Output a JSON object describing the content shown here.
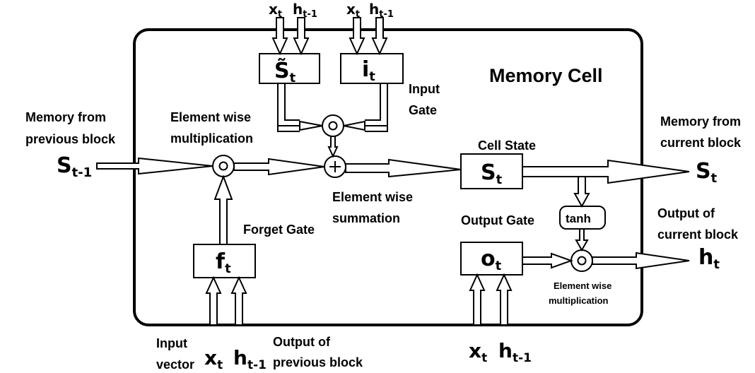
{
  "title": "Memory Cell",
  "labels": {
    "memory_from_prev_1": "Memory from",
    "memory_from_prev_2": "previous block",
    "memory_from_curr_1": "Memory from",
    "memory_from_curr_2": "current block",
    "ew_mult_top_1": "Element wise",
    "ew_mult_top_2": "multiplication",
    "ew_sum_1": "Element wise",
    "ew_sum_2": "summation",
    "input_gate_1": "Input",
    "input_gate_2": "Gate",
    "cell_state": "Cell State",
    "forget_gate": "Forget Gate",
    "output_gate": "Output Gate",
    "output_curr_1": "Output of",
    "output_curr_2": "current block",
    "ew_mult_out_1": "Element wise",
    "ew_mult_out_2": "multiplication",
    "input_vector_1": "Input",
    "input_vector_2": "vector",
    "output_prev_1": "Output of",
    "output_prev_2": "previous block",
    "tanh": "tanh"
  },
  "symbols": {
    "s_prev_base": "S",
    "s_prev_sub": "t-1",
    "s_out_base": "S",
    "s_out_sub": "t",
    "h_out_base": "h",
    "h_out_sub": "t",
    "s_tilde_base": "S̃",
    "s_tilde_sub": "t",
    "i_base": "i",
    "i_sub": "t",
    "s_state_base": "S",
    "s_state_sub": "t",
    "f_base": "f",
    "f_sub": "t",
    "o_base": "o",
    "o_sub": "t",
    "x_base": "x",
    "x_sub": "t",
    "h_base": "h",
    "h_sub": "t-1"
  }
}
